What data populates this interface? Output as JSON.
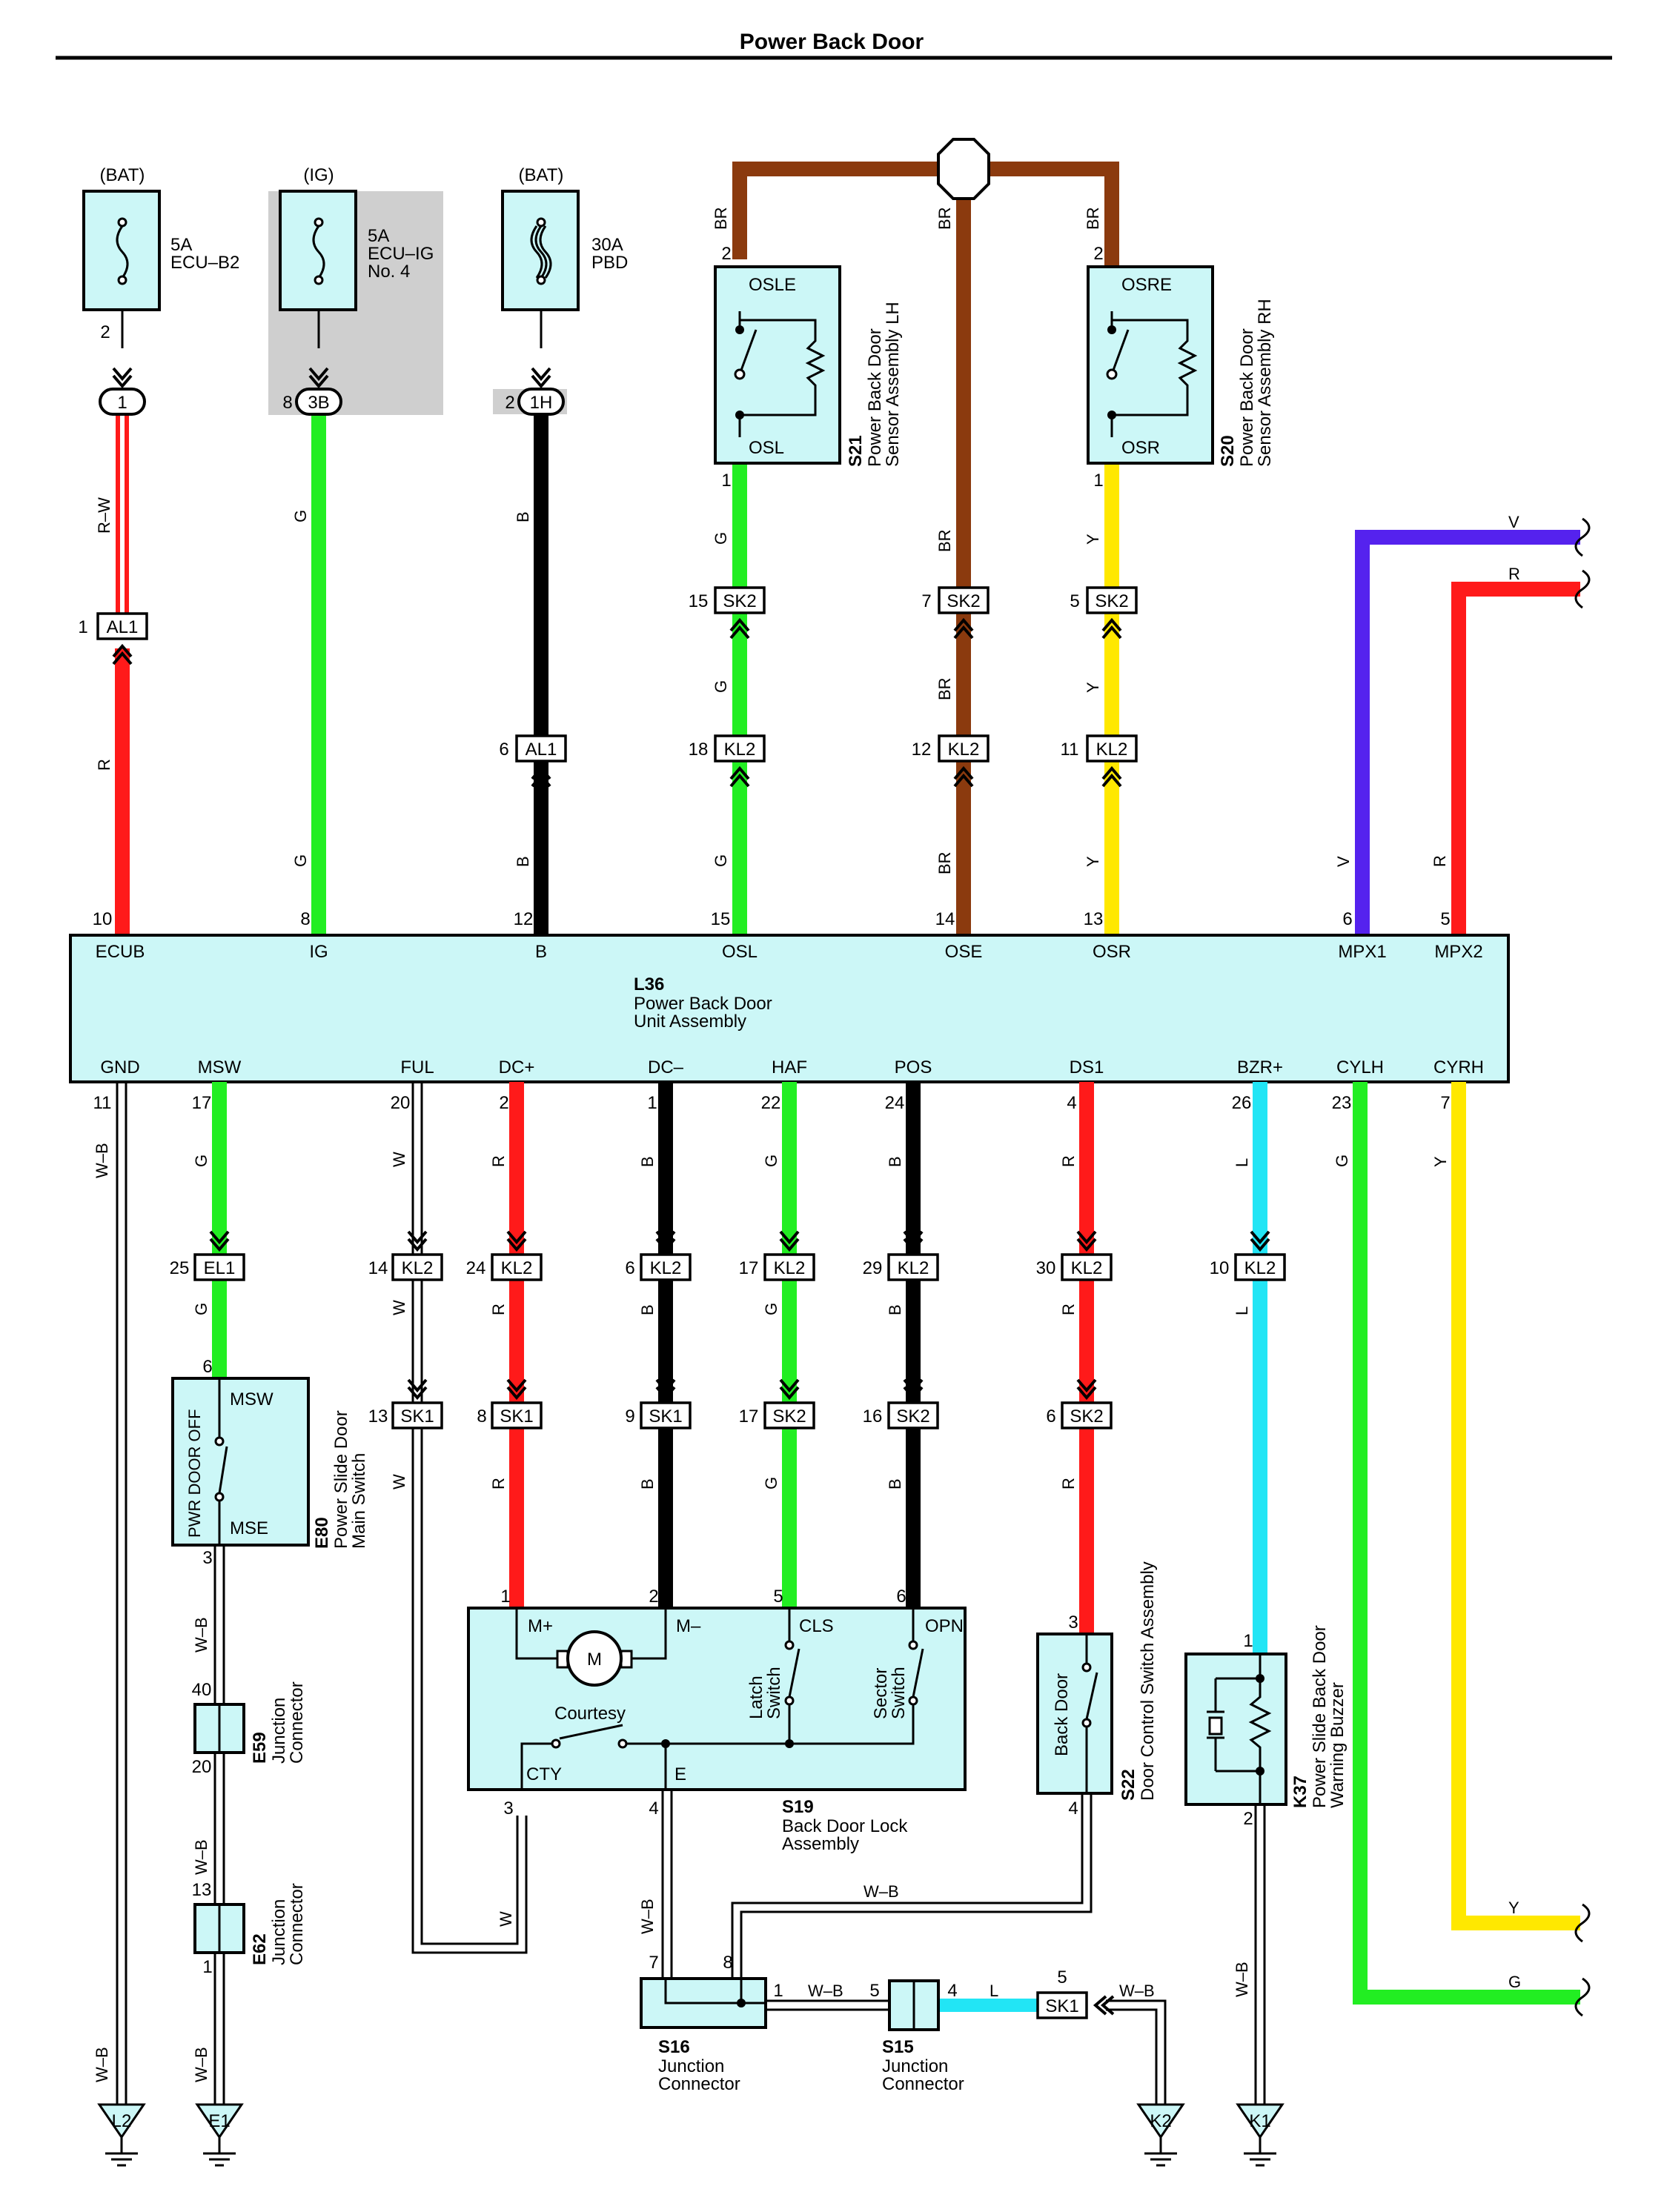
{
  "title": "Power Back Door",
  "colors": {
    "R": "#ff1a1a",
    "G": "#22ee22",
    "B": "#000000",
    "BR": "#8b3a0e",
    "Y": "#ffe800",
    "V": "#5522ee",
    "L": "#22e5f5",
    "W": "#ffffff",
    "box": "#ccf7f7",
    "shade": "#cfcfcf"
  },
  "sources": [
    {
      "label": "(BAT)",
      "rating": "5A",
      "name": "ECU–B2",
      "pin": "2"
    },
    {
      "label": "(IG)",
      "rating": "5A",
      "name": "ECU–IG",
      "name2": "No. 4"
    },
    {
      "label": "(BAT)",
      "rating": "30A",
      "name": "PBD"
    }
  ],
  "junctions": {
    "j1": {
      "code": "1"
    },
    "j3b": {
      "code": "3B",
      "pin": "8"
    },
    "j1h": {
      "code": "1H",
      "pin": "2"
    }
  },
  "main_unit": {
    "id": "L36",
    "name": "Power Back Door",
    "name2": "Unit Assembly",
    "top_pins": [
      {
        "term": "ECUB",
        "pin": "10"
      },
      {
        "term": "IG",
        "pin": "8"
      },
      {
        "term": "B",
        "pin": "12"
      },
      {
        "term": "OSL",
        "pin": "15"
      },
      {
        "term": "OSE",
        "pin": "14"
      },
      {
        "term": "OSR",
        "pin": "13"
      },
      {
        "term": "MPX1",
        "pin": "6"
      },
      {
        "term": "MPX2",
        "pin": "5"
      }
    ],
    "bottom_pins": [
      {
        "term": "GND",
        "pin": "11"
      },
      {
        "term": "MSW",
        "pin": "17"
      },
      {
        "term": "FUL",
        "pin": "20"
      },
      {
        "term": "DC+",
        "pin": "2"
      },
      {
        "term": "DC–",
        "pin": "1"
      },
      {
        "term": "HAF",
        "pin": "22"
      },
      {
        "term": "POS",
        "pin": "24"
      },
      {
        "term": "DS1",
        "pin": "4"
      },
      {
        "term": "BZR+",
        "pin": "26"
      },
      {
        "term": "CYLH",
        "pin": "23"
      },
      {
        "term": "CYRH",
        "pin": "7"
      }
    ]
  },
  "sensors": {
    "s21": {
      "id": "S21",
      "name": "Power Back Door",
      "name2": "Sensor Assembly LH",
      "t_top": "OSLE",
      "t_bot": "OSL",
      "pin_top": "2",
      "pin_bot": "1"
    },
    "s20": {
      "id": "S20",
      "name": "Power Back Door",
      "name2": "Sensor Assembly RH",
      "t_top": "OSRE",
      "t_bot": "OSR",
      "pin_top": "2",
      "pin_bot": "1"
    }
  },
  "wire_labels": {
    "r_w": "R–W",
    "r": "R",
    "g": "G",
    "b": "B",
    "br": "BR",
    "y": "Y",
    "v": "V",
    "w": "W",
    "l": "L",
    "w_b": "W–B"
  },
  "connectors": {
    "al1": "AL1",
    "sk2": "SK2",
    "kl2": "KL2",
    "el1": "EL1",
    "sk1": "SK1",
    "al1_top_pin": "1",
    "al1_mid_pin": "6",
    "sk2_osl": "15",
    "sk2_ose": "7",
    "sk2_osr": "5",
    "kl2_osl": "18",
    "kl2_ose": "12",
    "kl2_osr": "11",
    "el1_pin": "25",
    "kl2_ful": "14",
    "kl2_dcp": "24",
    "kl2_dcm": "6",
    "kl2_haf": "17",
    "kl2_pos": "29",
    "kl2_ds1": "30",
    "kl2_bzr": "10",
    "sk1_ful": "13",
    "sk1_dcp": "8",
    "sk1_dcm": "9",
    "sk2_haf": "17",
    "sk2_pos": "16",
    "sk2_ds1": "6",
    "sk1_gnd_pin": "5"
  },
  "e80": {
    "id": "E80",
    "name": "Power Slide Door",
    "name2": "Main Switch",
    "t_top": "MSW",
    "t_bot": "MSE",
    "vlabel": "PWR DOOR OFF",
    "pin_top": "6",
    "pin_bot": "3"
  },
  "e59": {
    "id": "E59",
    "name": "Junction",
    "name2": "Connector",
    "pin_top": "40",
    "pin_bot": "20"
  },
  "e62": {
    "id": "E62",
    "name": "Junction",
    "name2": "Connector",
    "pin_top": "13",
    "pin_bot": "1"
  },
  "s19": {
    "id": "S19",
    "name": "Back Door Lock",
    "name2": "Assembly",
    "t_mp": "M+",
    "t_mm": "M–",
    "t_cls": "CLS",
    "t_opn": "OPN",
    "t_cty": "CTY",
    "t_e": "E",
    "motor": "M",
    "courtesy": "Courtesy",
    "latch": "Latch",
    "latch2": "Switch",
    "sector": "Sector",
    "sector2": "Switch",
    "pin_mp": "1",
    "pin_mm": "2",
    "pin_cls": "5",
    "pin_opn": "6",
    "pin_cty": "3",
    "pin_e": "4"
  },
  "s22": {
    "id": "S22",
    "name": "Door Control Switch Assembly",
    "vlabel": "Back Door",
    "pin_top": "3",
    "pin_bot": "4"
  },
  "k37": {
    "id": "K37",
    "name": "Power Slide Back Door",
    "name2": "Warning Buzzer",
    "pin_top": "1",
    "pin_bot": "2"
  },
  "s16": {
    "id": "S16",
    "name": "Junction",
    "name2": "Connector",
    "pin_7": "7",
    "pin_8": "8",
    "pin_1": "1"
  },
  "s15": {
    "id": "S15",
    "name": "Junction",
    "name2": "Connector",
    "pin_5": "5",
    "pin_4": "4"
  },
  "grounds": {
    "l2": "L2",
    "e1": "E1",
    "k2": "K2",
    "k1": "K1"
  }
}
